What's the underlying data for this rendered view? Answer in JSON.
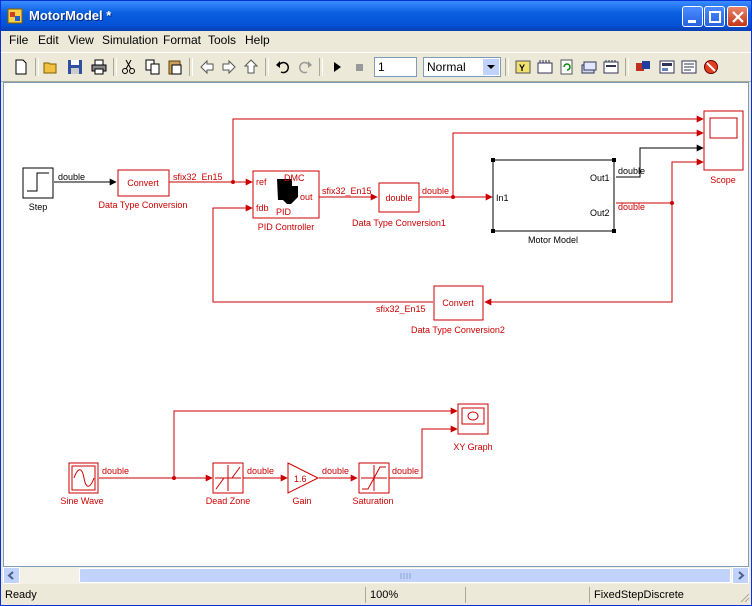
{
  "window": {
    "title": "MotorModel *"
  },
  "menu": [
    "File",
    "Edit",
    "View",
    "Simulation",
    "Format",
    "Tools",
    "Help"
  ],
  "toolbar": {
    "stop_time": "1",
    "sim_mode": "Normal",
    "icons": [
      "new-model-icon",
      "open-icon",
      "save-icon",
      "print-icon",
      "cut-icon",
      "copy-icon",
      "paste-icon",
      "back-icon",
      "forward-icon",
      "up-icon",
      "undo-icon",
      "redo-icon",
      "start-simulation-icon",
      "stop-simulation-icon",
      "build-icon",
      "update-diagram-icon",
      "refresh-icon",
      "library-browser-icon",
      "model-explorer-icon",
      "toggle-explorer-icon",
      "debugger-icon"
    ]
  },
  "diagram": {
    "blocks": {
      "step": "Step",
      "dtc": "Data Type Conversion",
      "dtc_inner": "Convert",
      "pid": "PID Controller",
      "pid_top": "DMC",
      "pid_bottom": "PID",
      "pid_in1": "ref",
      "pid_in2": "fdb",
      "pid_out": "out",
      "dtc1": "Data Type Conversion1",
      "dtc1_inner": "double",
      "motor": "Motor Model",
      "motor_in": "In1",
      "motor_out1": "Out1",
      "motor_out2": "Out2",
      "scope": "Scope",
      "dtc2": "Data Type Conversion2",
      "dtc2_inner": "Convert",
      "sine": "Sine Wave",
      "deadzone": "Dead Zone",
      "gain": "Gain",
      "gain_value": "1.6",
      "saturation": "Saturation",
      "xy": "XY Graph"
    },
    "signals": {
      "s_step": "double",
      "s_dtc": "sfix32_En15",
      "s_pid": "sfix32_En15",
      "s_dtc1": "double",
      "s_out1": "double",
      "s_out2": "double",
      "s_fb": "sfix32_En15",
      "s_sine": "double",
      "s_dz": "double",
      "s_gain": "double",
      "s_sat": "double"
    }
  },
  "status": {
    "state": "Ready",
    "zoom": "100%",
    "solver": "FixedStepDiscrete"
  },
  "colors": {
    "highlight": "#CC0000",
    "line": "#000000"
  }
}
